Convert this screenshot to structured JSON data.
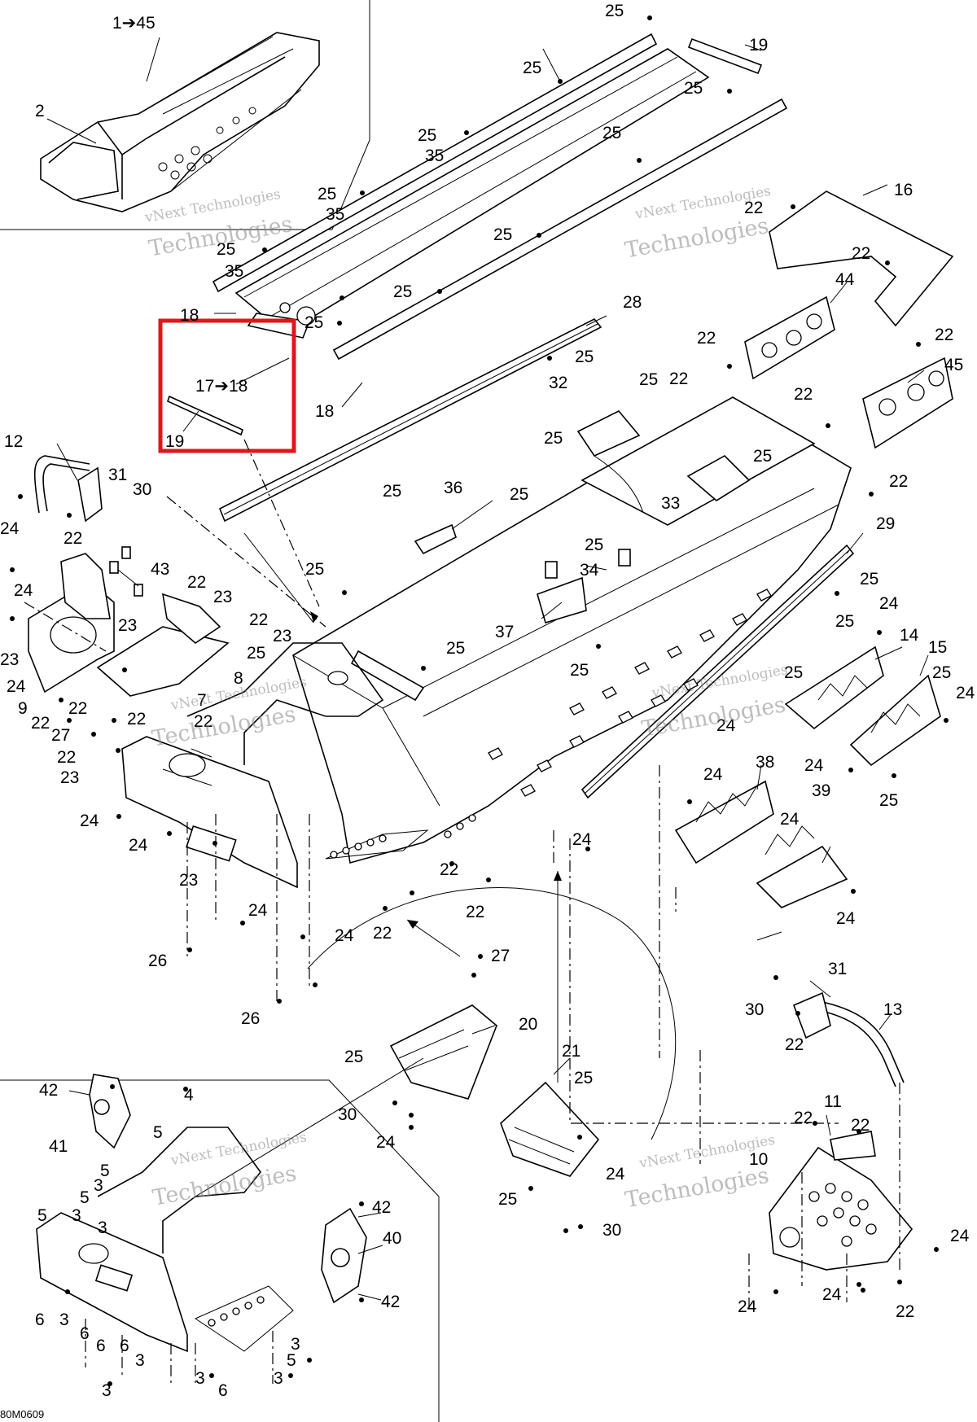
{
  "drawing_ref": "80M0609",
  "watermark": {
    "line1": "vNext Technologies",
    "line2": "Technologies"
  },
  "highlight": {
    "color": "#e0161b",
    "label": "17➔18",
    "sublabel": "19"
  },
  "callouts": {
    "c1_45": "1➔45",
    "c2": "2",
    "c3": "3",
    "c4": "4",
    "c5": "5",
    "c6": "6",
    "c7": "7",
    "c8": "8",
    "c9": "9",
    "c10": "10",
    "c11": "11",
    "c12": "12",
    "c13": "13",
    "c14": "14",
    "c15": "15",
    "c16": "16",
    "c18": "18",
    "c19": "19",
    "c20": "20",
    "c21": "21",
    "c22": "22",
    "c23": "23",
    "c24": "24",
    "c25": "25",
    "c26": "26",
    "c27": "27",
    "c28": "28",
    "c29": "29",
    "c30": "30",
    "c31": "31",
    "c32": "32",
    "c33": "33",
    "c34": "34",
    "c35": "35",
    "c36": "36",
    "c37": "37",
    "c38": "38",
    "c39": "39",
    "c40": "40",
    "c41": "41",
    "c42": "42",
    "c43": "43",
    "c44": "44",
    "c45": "45"
  }
}
